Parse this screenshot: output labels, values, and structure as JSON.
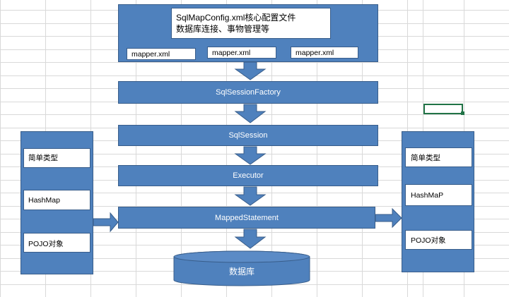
{
  "config": {
    "line1": "SqlMapConfig.xml核心配置文件",
    "line2": "数据库连接、事物管理等",
    "mappers": [
      "mapper.xml",
      "mapper.xml",
      "mapper.xml"
    ]
  },
  "flow": {
    "factory": "SqlSessionFactory",
    "session": "SqlSession",
    "executor": "Executor",
    "statement": "MappedStatement",
    "database": "数据库"
  },
  "input_types": [
    "简单类型",
    "HashMap",
    "POJO对象"
  ],
  "output_types": [
    "简单类型",
    "HashMaP",
    "POJO对象"
  ],
  "colors": {
    "box_fill": "#4f81bd",
    "box_border": "#385d8a",
    "grid": "#d9d9d9",
    "selection": "#217346"
  }
}
